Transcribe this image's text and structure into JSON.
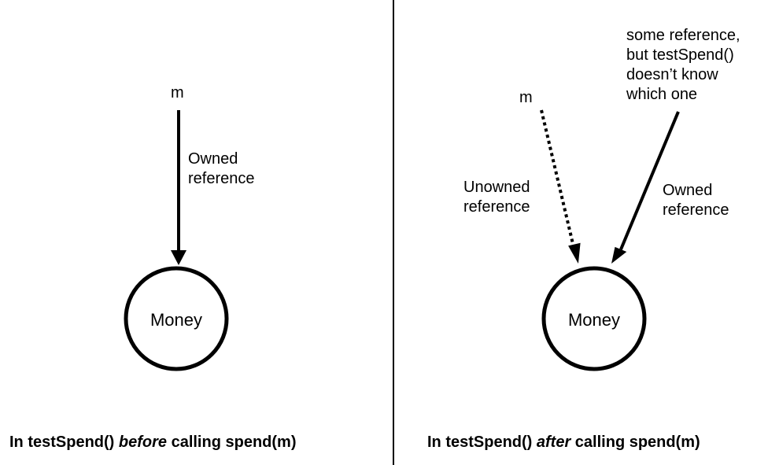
{
  "left_panel": {
    "variable_label": "m",
    "arrow_label": [
      "Owned",
      "reference"
    ],
    "object_label": "Money",
    "caption": {
      "prefix": "In testSpend() ",
      "emphasis": "before",
      "suffix": " calling spend(m)"
    }
  },
  "right_panel": {
    "variable_label": "m",
    "unowned_label": [
      "Unowned",
      "reference"
    ],
    "other_ref_label": [
      "some reference,",
      "but testSpend()",
      "doesn’t know",
      "which one"
    ],
    "owned_label": [
      "Owned",
      "reference"
    ],
    "object_label": "Money",
    "caption": {
      "prefix": "In testSpend() ",
      "emphasis": "after",
      "suffix": " calling spend(m)"
    }
  },
  "colors": {
    "stroke": "#000000",
    "background": "#ffffff"
  }
}
